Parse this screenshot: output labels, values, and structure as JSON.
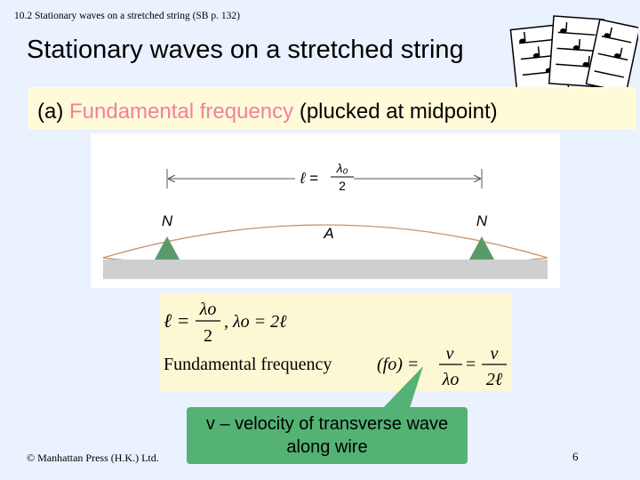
{
  "header": {
    "section_ref": "10.2  Stationary waves on a stretched string  (SB p. 132)"
  },
  "slide": {
    "title": "Stationary waves on a stretched string",
    "subtitle": {
      "prefix": "(a) ",
      "highlight": "Fundamental frequency",
      "suffix": " (plucked at midpoint)"
    }
  },
  "diagram": {
    "length_symbol": "ℓ =",
    "length_num": "λ₀",
    "length_den": "2",
    "node_left": "N",
    "node_right": "N",
    "antinode": "A"
  },
  "formula": {
    "line1_lhs": "ℓ =",
    "line1_num": "λo",
    "line1_den": "2",
    "line1_rest": ", λo = 2ℓ",
    "line2_text": "Fundamental frequency",
    "line2_fo": "(fo) =",
    "line2_num1": "v",
    "line2_den1": "λo",
    "line2_eq": "=",
    "line2_num2": "v",
    "line2_den2": "2ℓ"
  },
  "callout": {
    "text": "v – velocity of transverse wave along wire"
  },
  "footer": {
    "copyright": "© Manhattan Press (H.K.) Ltd.",
    "page_number": "6"
  },
  "colors": {
    "highlight": "#f47f9c",
    "callout_bg": "#53b274",
    "node_green": "#5a9a6a",
    "background": "#eaf1ff"
  }
}
